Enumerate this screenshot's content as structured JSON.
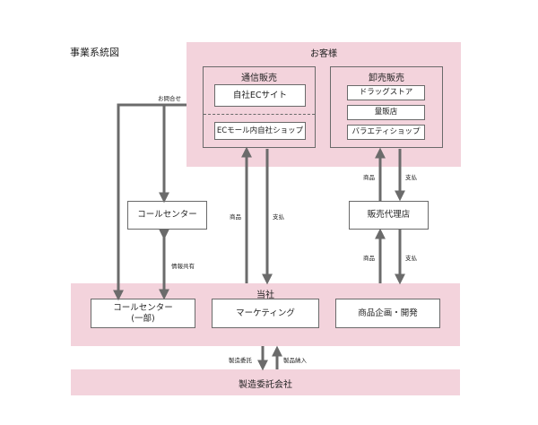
{
  "page_title": "事業系統図",
  "colors": {
    "band": "#f3d3dc",
    "line": "#6a6a6a",
    "arrow": "#6b6b6b"
  },
  "customers": {
    "title": "お客様",
    "tsushin": {
      "title": "通信販売",
      "own_ec": "自社ECサイト",
      "ec_mall": "ECモール内自社ショップ"
    },
    "oroshi": {
      "title": "卸売販売",
      "items": [
        "ドラッグストア",
        "量販店",
        "バラエティショップ"
      ]
    }
  },
  "call_center": "コールセンター",
  "sales_agent": "販売代理店",
  "company": {
    "title": "当社",
    "call_center_part": "コールセンター\n(一部)",
    "marketing": "マーケティング",
    "planning": "商品企画・開発"
  },
  "manufacturer": "製造委託会社",
  "labels": {
    "inquiry": "お問合せ",
    "info_share": "情報共有",
    "goods": "商品",
    "payment": "支払",
    "mfg_order": "製造委託",
    "mfg_delivery": "製品納入"
  }
}
